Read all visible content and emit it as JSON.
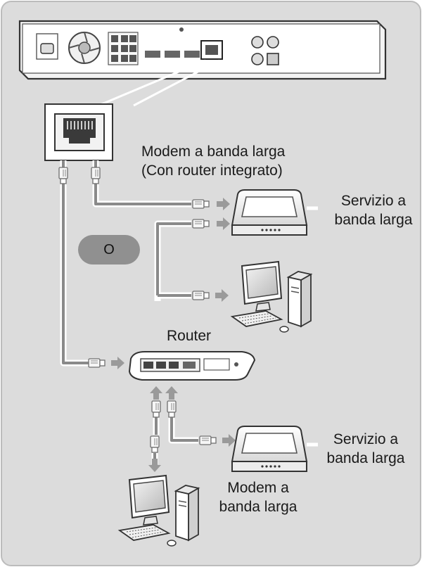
{
  "labels": {
    "modem_router_line1": "Modem a banda larga",
    "modem_router_line2": "(Con router integrato)",
    "service_top_line1": "Servizio a",
    "service_top_line2": "banda larga",
    "or_badge": "O",
    "router": "Router",
    "service_bottom_line1": "Servizio a",
    "service_bottom_line2": "banda larga",
    "modem_line1": "Modem a",
    "modem_line2": "banda larga"
  },
  "colors": {
    "panel_background": "#dcdcdc",
    "cable": "#8a8a8a",
    "arrow": "#9a9a9a",
    "or_badge": "#909090"
  },
  "icons": {
    "device_rear_panel": "av-receiver-rear-panel",
    "port_zoom": "lan-port-icon",
    "modem": "modem-icon",
    "computer": "desktop-computer-icon",
    "router": "router-icon",
    "connector": "rj45-plug-icon",
    "arrow": "arrow-right-icon"
  }
}
